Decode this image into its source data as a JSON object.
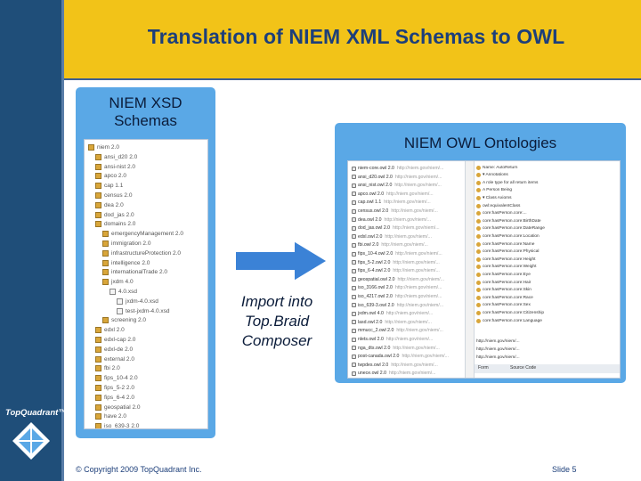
{
  "slide": {
    "title": "Translation of NIEM XML Schemas to OWL",
    "left_panel_title": "NIEM XSD Schemas",
    "right_panel_title": "NIEM OWL Ontologies",
    "import_label": "Import into Top.Braid Composer",
    "footer_copyright": "© Copyright 2009 TopQuadrant Inc.",
    "footer_slide": "Slide 5",
    "logo_text": "TopQuadrant™"
  },
  "colors": {
    "brand_navy": "#1f4e79",
    "header_yellow": "#f2c318",
    "panel_blue": "#5aa8e6",
    "title_text": "#1d3f7a",
    "arrow_blue": "#3b82d6"
  },
  "xsd_tree": [
    {
      "label": "niem 2.0",
      "indent": 0,
      "kind": "folder"
    },
    {
      "label": "ansi_d20 2.0",
      "indent": 1,
      "kind": "folder"
    },
    {
      "label": "ansi-nist 2.0",
      "indent": 1,
      "kind": "folder"
    },
    {
      "label": "apco 2.0",
      "indent": 1,
      "kind": "folder"
    },
    {
      "label": "cap 1.1",
      "indent": 1,
      "kind": "folder"
    },
    {
      "label": "census 2.0",
      "indent": 1,
      "kind": "folder"
    },
    {
      "label": "dea 2.0",
      "indent": 1,
      "kind": "folder"
    },
    {
      "label": "dod_jas 2.0",
      "indent": 1,
      "kind": "folder"
    },
    {
      "label": "domains 2.0",
      "indent": 1,
      "kind": "folder"
    },
    {
      "label": "emergencyManagement 2.0",
      "indent": 2,
      "kind": "folder"
    },
    {
      "label": "immigration 2.0",
      "indent": 2,
      "kind": "folder"
    },
    {
      "label": "infrastructureProtection 2.0",
      "indent": 2,
      "kind": "folder"
    },
    {
      "label": "intelligence 2.0",
      "indent": 2,
      "kind": "folder"
    },
    {
      "label": "internationalTrade 2.0",
      "indent": 2,
      "kind": "folder"
    },
    {
      "label": "jxdm 4.0",
      "indent": 2,
      "kind": "folder"
    },
    {
      "label": "4.0.xsd",
      "indent": 3,
      "kind": "file"
    },
    {
      "label": "jxdm-4.0.xsd",
      "indent": 4,
      "kind": "file"
    },
    {
      "label": "test-jxdm-4.0.xsd",
      "indent": 4,
      "kind": "file"
    },
    {
      "label": "screening 2.0",
      "indent": 2,
      "kind": "folder"
    },
    {
      "label": "edxl 2.0",
      "indent": 1,
      "kind": "folder"
    },
    {
      "label": "edxl-cap 2.0",
      "indent": 1,
      "kind": "folder"
    },
    {
      "label": "edxl-de 2.0",
      "indent": 1,
      "kind": "folder"
    },
    {
      "label": "external 2.0",
      "indent": 1,
      "kind": "folder"
    },
    {
      "label": "fbi 2.0",
      "indent": 1,
      "kind": "folder"
    },
    {
      "label": "fips_10-4 2.0",
      "indent": 1,
      "kind": "folder"
    },
    {
      "label": "fips_5-2 2.0",
      "indent": 1,
      "kind": "folder"
    },
    {
      "label": "fips_6-4 2.0",
      "indent": 1,
      "kind": "folder"
    },
    {
      "label": "geospatial 2.0",
      "indent": 1,
      "kind": "folder"
    },
    {
      "label": "have 2.0",
      "indent": 1,
      "kind": "folder"
    },
    {
      "label": "iso_639-3 2.0",
      "indent": 1,
      "kind": "folder"
    }
  ],
  "owl_tree": [
    {
      "label": "niem-core.owl 2.0",
      "uri": "http://niem.gov/niem/..."
    },
    {
      "label": "ansi_d20.owl 2.0",
      "uri": "http://niem.gov/niem/..."
    },
    {
      "label": "ansi_nist.owl 2.0",
      "uri": "http://niem.gov/niem/..."
    },
    {
      "label": "apco.owl 2.0",
      "uri": "http://niem.gov/niem/..."
    },
    {
      "label": "cap.owl 1.1",
      "uri": "http://niem.gov/niem/..."
    },
    {
      "label": "census.owl 2.0",
      "uri": "http://niem.gov/niem/..."
    },
    {
      "label": "dea.owl 2.0",
      "uri": "http://niem.gov/niem/..."
    },
    {
      "label": "dod_jas.owl 2.0",
      "uri": "http://niem.gov/niem/..."
    },
    {
      "label": "edxl.owl 2.0",
      "uri": "http://niem.gov/niem/..."
    },
    {
      "label": "fbi.owl 2.0",
      "uri": "http://niem.gov/niem/..."
    },
    {
      "label": "fips_10-4.owl 2.0",
      "uri": "http://niem.gov/niem/..."
    },
    {
      "label": "fips_5-2.owl 2.0",
      "uri": "http://niem.gov/niem/..."
    },
    {
      "label": "fips_6-4.owl 2.0",
      "uri": "http://niem.gov/niem/..."
    },
    {
      "label": "geospatial.owl 2.0",
      "uri": "http://niem.gov/niem/..."
    },
    {
      "label": "iso_3166.owl 2.0",
      "uri": "http://niem.gov/niem/..."
    },
    {
      "label": "iso_4217.owl 2.0",
      "uri": "http://niem.gov/niem/..."
    },
    {
      "label": "iso_639-3.owl 2.0",
      "uri": "http://niem.gov/niem/..."
    },
    {
      "label": "jxdm.owl 4.0",
      "uri": "http://niem.gov/niem/..."
    },
    {
      "label": "lasd.owl 2.0",
      "uri": "http://niem.gov/niem/..."
    },
    {
      "label": "mmucc_2.owl 2.0",
      "uri": "http://niem.gov/niem/..."
    },
    {
      "label": "nlets.owl 2.0",
      "uri": "http://niem.gov/niem/..."
    },
    {
      "label": "nga_dts.owl 2.0",
      "uri": "http://niem.gov/niem/..."
    },
    {
      "label": "post-canada.owl 2.0",
      "uri": "http://niem.gov/niem/..."
    },
    {
      "label": "twpdes.owl 2.0",
      "uri": "http://niem.gov/niem/..."
    },
    {
      "label": "unece.owl 2.0",
      "uri": "http://niem.gov/niem/..."
    }
  ],
  "owl_form": [
    {
      "label": "Name: AutoReturn"
    },
    {
      "label": "▾ Annotations"
    },
    {
      "label": "A role type for all return items"
    },
    {
      "label": "A Person Being"
    },
    {
      "label": "▾ Class Axioms"
    },
    {
      "label": "owl:equivalentClass"
    },
    {
      "label": "core:hasPerson.core:..."
    },
    {
      "label": "core:hasPerson.core:BirthDate"
    },
    {
      "label": "core:hasPerson.core:DateRange"
    },
    {
      "label": "core:hasPerson.core:Location"
    },
    {
      "label": "core:hasPerson.core:Name"
    },
    {
      "label": "core:hasPerson.core:Physical"
    },
    {
      "label": "core:hasPerson.core:Height"
    },
    {
      "label": "core:hasPerson.core:Weight"
    },
    {
      "label": "core:hasPerson.core:Eye"
    },
    {
      "label": "core:hasPerson.core:Hair"
    },
    {
      "label": "core:hasPerson.core:Skin"
    },
    {
      "label": "core:hasPerson.core:Race"
    },
    {
      "label": "core:hasPerson.core:Sex"
    },
    {
      "label": "core:hasPerson.core:Citizenship"
    },
    {
      "label": "core:hasPerson.core:Language"
    }
  ],
  "owl_tabs": {
    "form": "Form",
    "source": "Source Code"
  },
  "owl_instances": [
    {
      "label": "http://niem.gov/niem/..."
    },
    {
      "label": "http://niem.gov/niem/..."
    },
    {
      "label": "http://niem.gov/niem/..."
    }
  ]
}
